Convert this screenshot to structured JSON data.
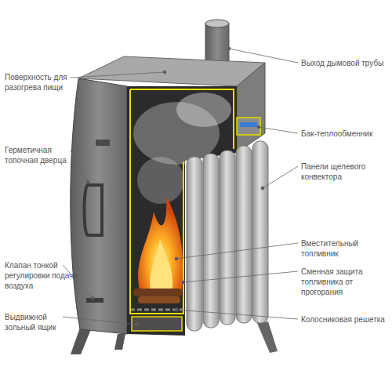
{
  "diagram": {
    "labels": [
      "Поверхность для разогрева пищи",
      "Герметичная топочная дверца",
      "Клапан тонкой регулировки подачи воздуха",
      "Выдвижной зольный ящик",
      "Выход дымовой трубы",
      "Бак-теплообменник",
      "Панели щелевого конвектора",
      "Вместительный топливник",
      "Сменная защита топливника от прогорания",
      "Колосниковая решетка"
    ]
  }
}
